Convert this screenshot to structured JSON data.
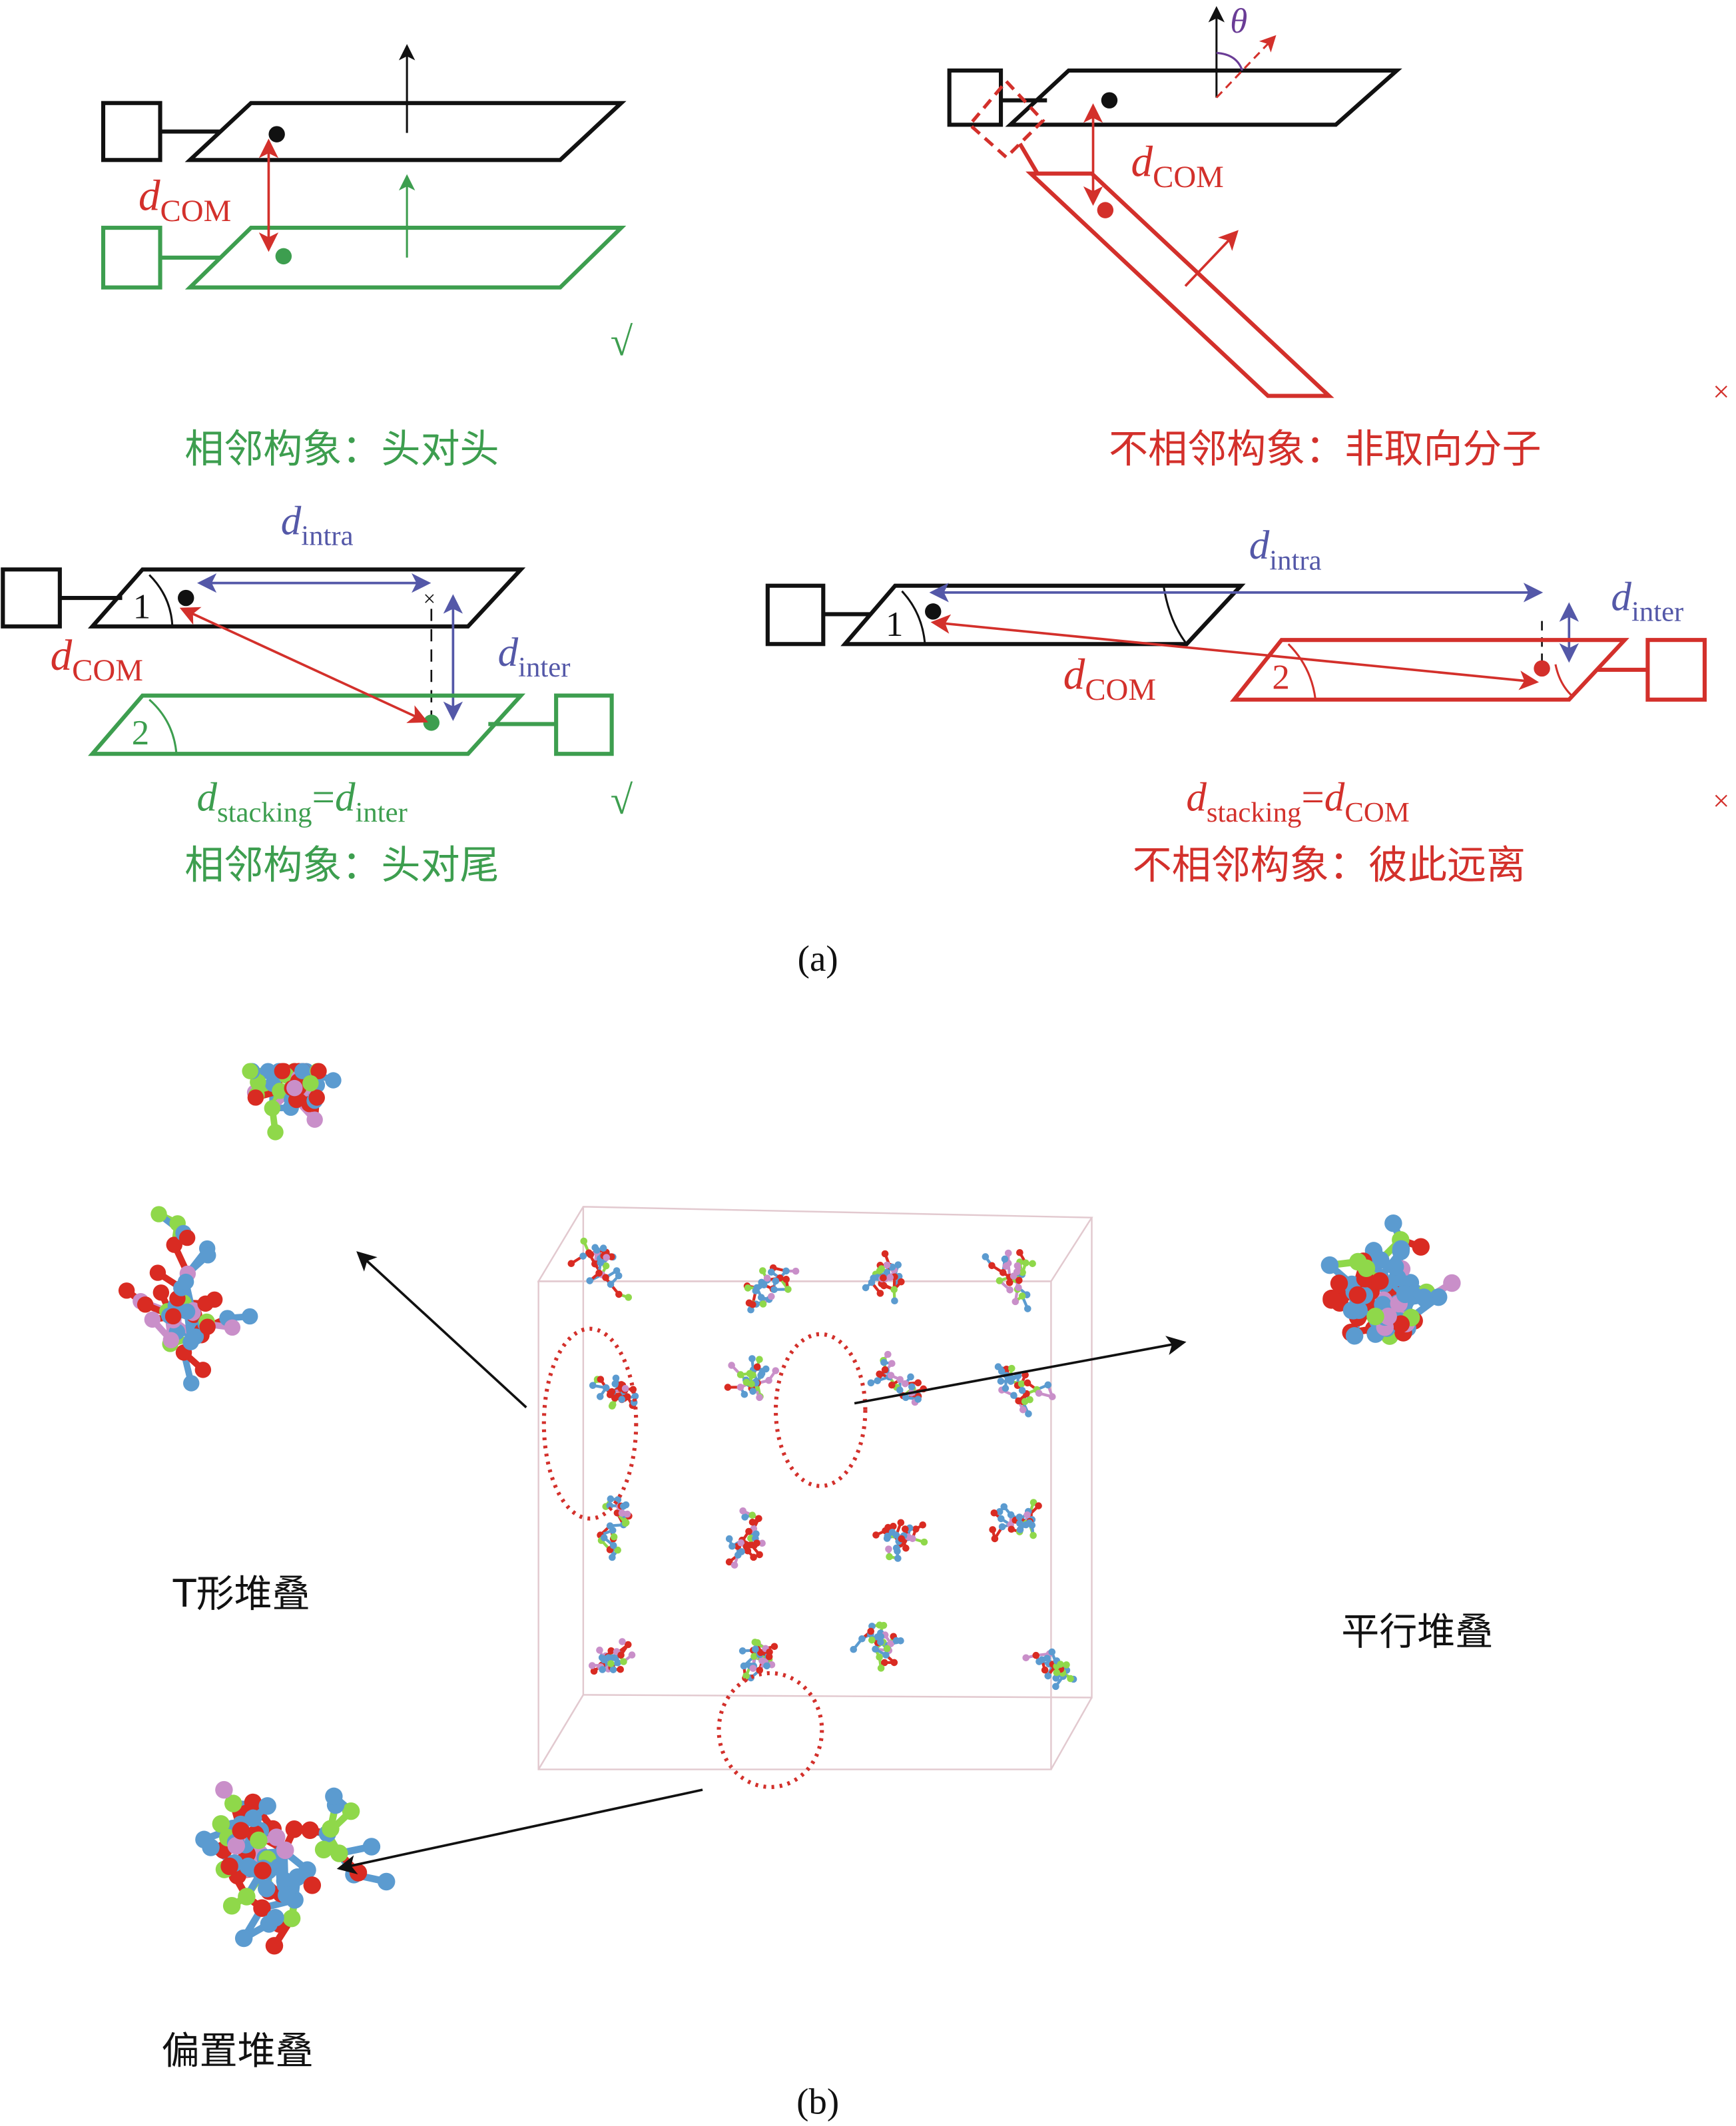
{
  "colors": {
    "green": "#3d9e4f",
    "red": "#d3302b",
    "blue": "#5458a8",
    "black": "#111111",
    "purple": "#6a3c96"
  },
  "panel_a": {
    "label": "(a)",
    "head_to_head": {
      "caption": "相邻构象：头对头",
      "mark": "√",
      "dcom": {
        "main": "d",
        "sub": "COM"
      }
    },
    "non_oriented": {
      "caption": "不相邻构象：非取向分子",
      "mark": "×",
      "theta": "θ",
      "dcom": {
        "main": "d",
        "sub": "COM"
      }
    },
    "head_to_tail": {
      "caption": "相邻构象：头对尾",
      "mark": "√",
      "num1": "1",
      "num2": "2",
      "dintra": {
        "main": "d",
        "sub": "intra"
      },
      "dinter": {
        "main": "d",
        "sub": "inter"
      },
      "dcom": {
        "main": "d",
        "sub": "COM"
      },
      "equation": {
        "lhs": "d",
        "lhs_sub": "stacking",
        "eq": "=",
        "rhs": "d",
        "rhs_sub": "inter"
      },
      "x_mark": "×"
    },
    "far_apart": {
      "caption": "不相邻构象：彼此远离",
      "mark": "×",
      "num1": "1",
      "num2": "2",
      "dintra": {
        "main": "d",
        "sub": "intra"
      },
      "dinter": {
        "main": "d",
        "sub": "inter"
      },
      "dcom": {
        "main": "d",
        "sub": "COM"
      },
      "equation": {
        "lhs": "d",
        "lhs_sub": "stacking",
        "eq": "=",
        "rhs": "d",
        "rhs_sub": "COM"
      }
    }
  },
  "panel_b": {
    "label": "(b)",
    "t_stack": "T形堆叠",
    "parallel_stack": "平行堆叠",
    "offset_stack": "偏置堆叠"
  }
}
